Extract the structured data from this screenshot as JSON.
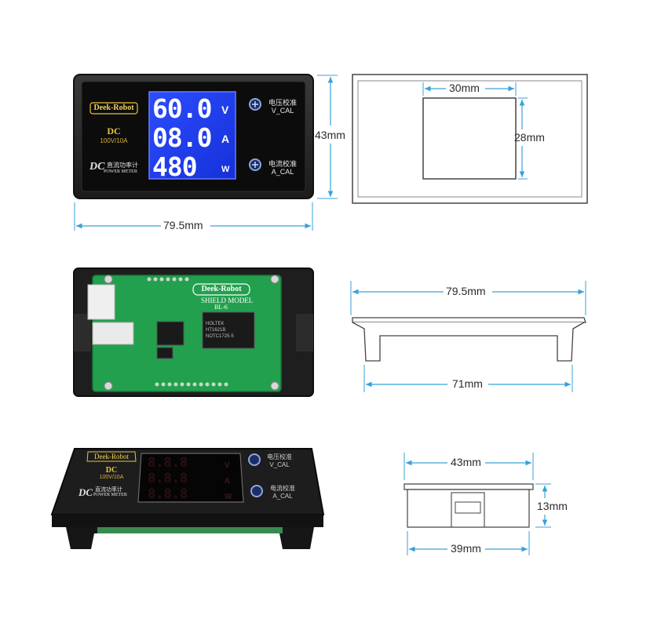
{
  "colors": {
    "dimension_line": "#3aa0d8",
    "bezel": "#2a2a2a",
    "lcd_blue": "#1f3df0",
    "pcb_green": "#1f9a4a",
    "brand_gold": "#e8c33a"
  },
  "front_view": {
    "brand": "Deek-Robot",
    "model_line1": "DC",
    "model_line2": "100V/10A",
    "logo_main": "DC",
    "logo_sub": "直流功率计",
    "logo_caption": "POWER METER",
    "readings": [
      {
        "value": "60.0",
        "unit": "V"
      },
      {
        "value": "08.0",
        "unit": "A"
      },
      {
        "value": "480",
        "unit": "W"
      }
    ],
    "voltage_cal": {
      "label_cn": "电压校准",
      "label_en": "V_CAL"
    },
    "current_cal": {
      "label_cn": "电流校准",
      "label_en": "A_CAL"
    },
    "dim_width": "79.5mm",
    "dim_height": "43mm"
  },
  "cutout_view": {
    "dim_width": "30mm",
    "dim_height": "28mm"
  },
  "back_view": {
    "brand": "Deek-Robot",
    "board_text_1": "SHIELD MODEL",
    "board_text_2": "BL-6",
    "chip_text_1": "HOLTEK",
    "chip_text_2": "HT1621B",
    "chip_text_3": "NOTC1725-5"
  },
  "top_side_view": {
    "dim_top": "79.5mm",
    "dim_bottom": "71mm"
  },
  "angled_view": {
    "brand": "Deek-Robot",
    "model_line1": "DC",
    "model_line2": "100V/10A",
    "logo_main": "DC",
    "logo_sub": "直流功率计",
    "logo_caption": "POWER METER",
    "digits": [
      "8.8.8",
      "8.8.8",
      "8.8.8"
    ],
    "units": [
      "V",
      "A",
      "W"
    ],
    "voltage_cal": {
      "label_cn": "电压校准",
      "label_en": "V_CAL"
    },
    "current_cal": {
      "label_cn": "电流校准",
      "label_en": "A_CAL"
    }
  },
  "side_view": {
    "dim_top": "43mm",
    "dim_height": "13mm",
    "dim_bottom": "39mm"
  }
}
